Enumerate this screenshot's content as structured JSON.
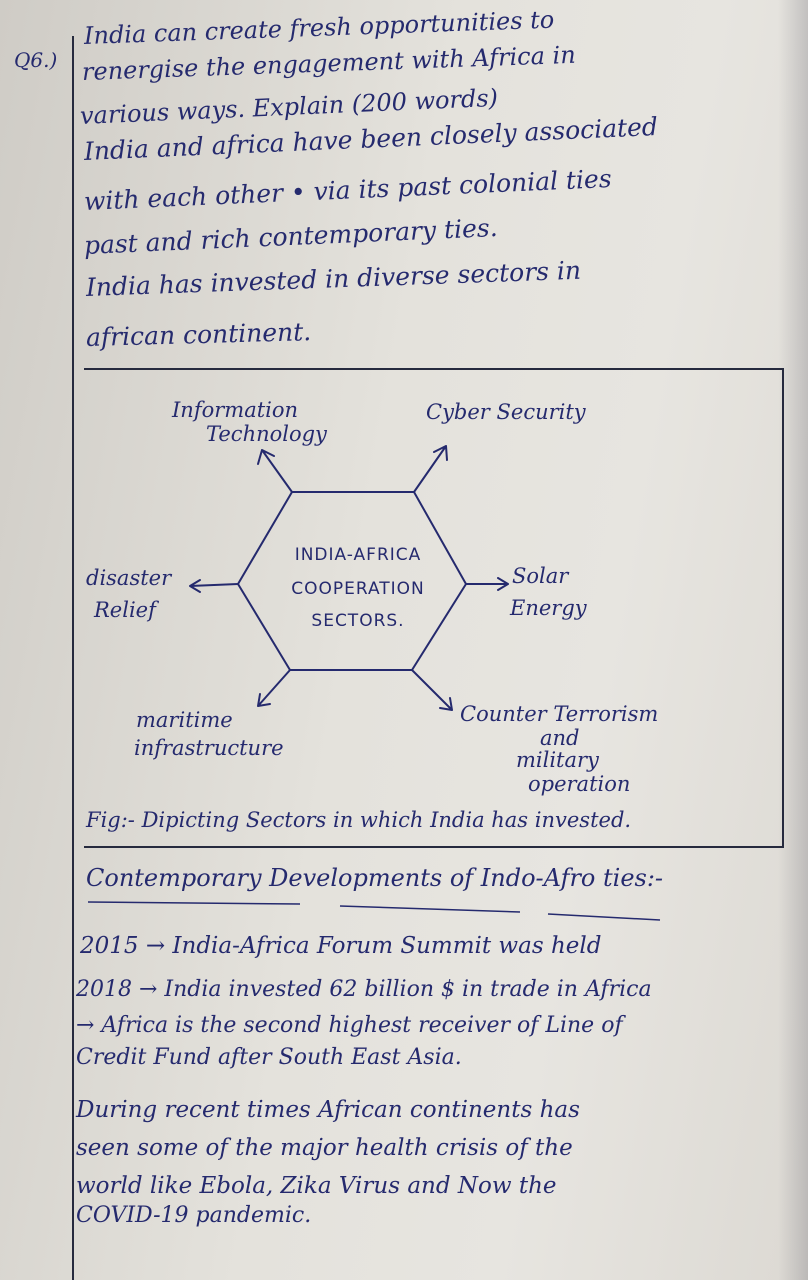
{
  "question": {
    "number": "Q6.)",
    "lines": [
      "India can create fresh opportunities to",
      "renergise the engagement with Africa in",
      "various ways. Explain (200 words)"
    ]
  },
  "intro": {
    "lines": [
      "India and africa have been closely associated",
      "with each other • via its past colonial ties",
      "past and rich contemporary ties.",
      "India has invested in diverse sectors in",
      "african continent."
    ]
  },
  "figure": {
    "center": [
      "INDIA-AFRICA",
      "COOPERATION",
      "SECTORS."
    ],
    "sectors": {
      "it": [
        "Information",
        "Technology"
      ],
      "cyber": [
        "Cyber Security"
      ],
      "solar": [
        "Solar",
        "Energy"
      ],
      "counter": [
        "Counter Terrorism",
        "and",
        "military",
        "operation"
      ],
      "maritime": [
        "maritime",
        "infrastructure"
      ],
      "disaster": [
        "disaster",
        "Relief"
      ]
    },
    "caption": "Fig:- Dipicting Sectors in which India has invested."
  },
  "developments": {
    "heading": "Contemporary Developments of Indo-Afro ties:-",
    "lines": [
      "2015 → India-Africa Forum Summit was held",
      "2018 → India invested 62 billion $ in trade in Africa",
      "→ Africa is the second highest receiver of Line of",
      "Credit Fund after South East Asia."
    ]
  },
  "closing": {
    "lines": [
      "During recent times African continents has",
      "seen some of the major health crisis of the",
      "world like Ebola, Zika Virus and Now the",
      "COVID-19 pandemic."
    ]
  }
}
